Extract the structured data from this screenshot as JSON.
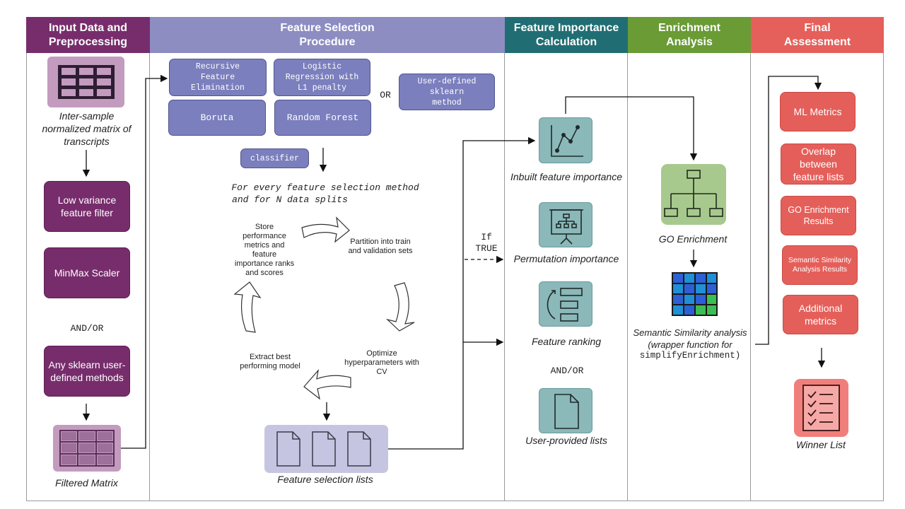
{
  "columns": {
    "input": "Input Data and\nPreprocessing",
    "selection": "Feature Selection\nProcedure",
    "importance": "Feature Importance\nCalculation",
    "enrichment": "Enrichment\nAnalysis",
    "final": "Final\nAssessment"
  },
  "colors": {
    "input_header": "#772d6c",
    "selection_header": "#8d8dc2",
    "importance_header": "#206e73",
    "enrichment_header": "#6a9b35",
    "final_header": "#e5605b",
    "plum_box": "#772d6c",
    "method_box": "#7b7fbd",
    "teal_icon": "#8bb8b9",
    "green_icon": "#a8c98e",
    "red_box": "#e55f5a"
  },
  "input": {
    "matrix_caption": "Inter-sample normalized matrix of transcripts",
    "low_variance": "Low variance feature filter",
    "minmax": "MinMax Scaler",
    "and_or": "AND/OR",
    "sklearn": "Any sklearn user-defined methods",
    "filtered_caption": "Filtered Matrix"
  },
  "selection": {
    "rfe": "Recursive\nFeature\nElimination",
    "logreg": "Logistic\nRegression with\nL1 penalty",
    "or": "OR",
    "user_defined": "User-defined\nsklearn\nmethod",
    "boruta": "Boruta",
    "random_forest": "Random Forest",
    "classifier": "classifier",
    "loop_title_1": "For every feature selection method",
    "loop_title_2": "and for N data splits",
    "step_store": "Store performance metrics and feature importance ranks and scores",
    "step_partition": "Partition into train and validation sets",
    "step_optimize": "Optimize hyperparameters with CV",
    "step_extract": "Extract best performing model",
    "lists_caption": "Feature selection lists",
    "if_true_1": "If",
    "if_true_2": "TRUE"
  },
  "importance": {
    "inbuilt": "Inbuilt feature importance",
    "permutation": "Permutation importance",
    "ranking": "Feature ranking",
    "and_or": "AND/OR",
    "user_lists": "User-provided lists"
  },
  "enrichment": {
    "go": "GO Enrichment",
    "semantic_1": "Semantic Similarity analysis",
    "semantic_2": "(wrapper function for",
    "semantic_3": "simplifyEnrichment)"
  },
  "final": {
    "ml_metrics": "ML Metrics",
    "overlap": "Overlap between feature lists",
    "go_results": "GO Enrichment Results",
    "semantic_results": "Semantic Similarity Analysis Results",
    "additional": "Additional metrics",
    "winner": "Winner List"
  },
  "icons": [
    "table-icon",
    "line-chart-icon",
    "presentation-board-icon",
    "ranking-icon",
    "document-icon",
    "hierarchy-icon",
    "heatmap-grid-icon",
    "checklist-icon"
  ]
}
